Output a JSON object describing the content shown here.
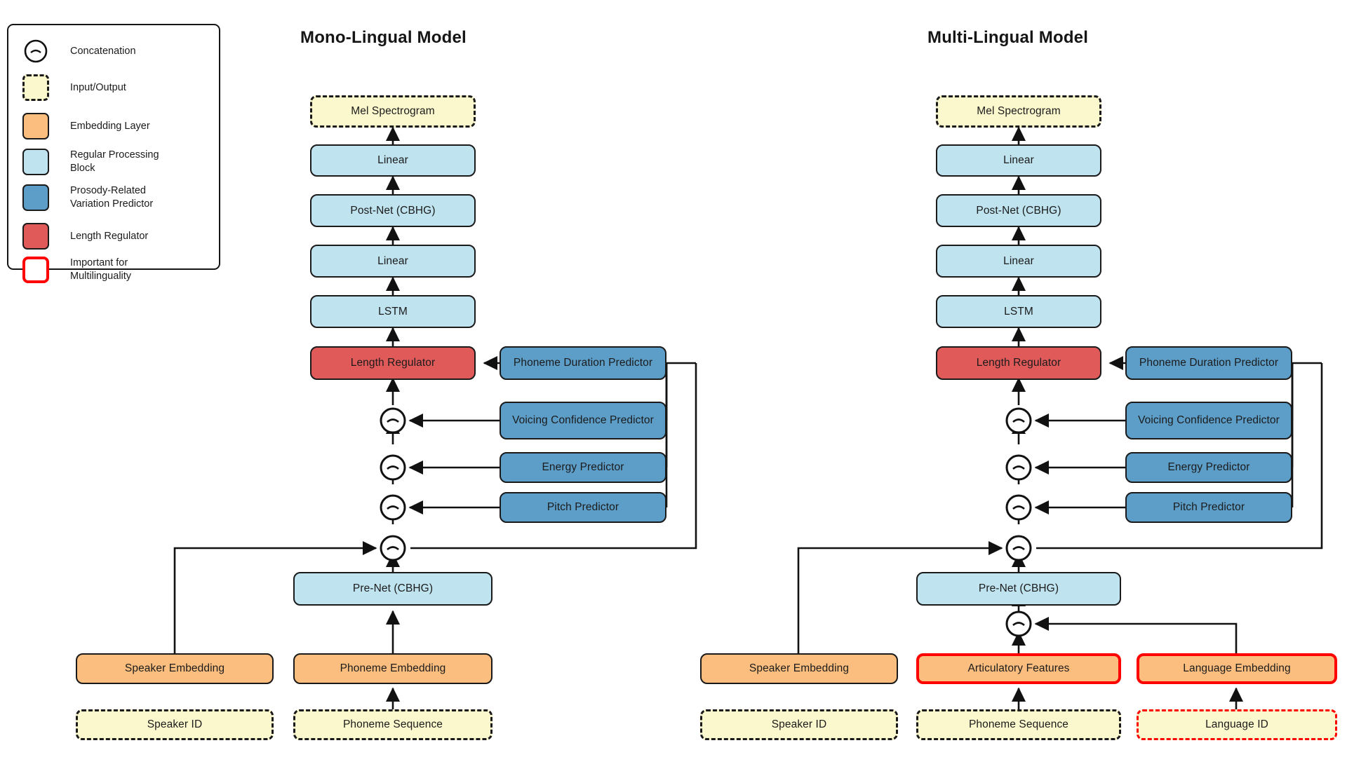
{
  "legend": {
    "items": [
      {
        "kind": "concat-circle",
        "label": "Concatenation"
      },
      {
        "kind": "io",
        "label": "Input/Output"
      },
      {
        "kind": "embed",
        "label": "Embedding Layer"
      },
      {
        "kind": "proc",
        "label": "Regular Processing\nBlock"
      },
      {
        "kind": "varpred",
        "label": "Prosody-Related\nVariation Predictor"
      },
      {
        "kind": "lenreg",
        "label": "Length Regulator"
      },
      {
        "kind": "redout",
        "label": "Important for\nMultilinguality"
      }
    ]
  },
  "colors": {
    "io_fill": "#fbf8cd",
    "embedding_fill": "#fbbe7f",
    "processing_fill": "#bfe3ef",
    "variation_predictor_fill": "#5d9ec9",
    "length_regulator_fill": "#e15a5a",
    "highlight_stroke": "#ff0000",
    "outline": "#1a1a1a",
    "background": "#ffffff"
  },
  "mono": {
    "title": "Mono-Lingual Model",
    "nodes": {
      "mel": "Mel Spectrogram",
      "linear_top": "Linear",
      "postnet": "Post-Net (CBHG)",
      "linear_mid": "Linear",
      "lstm": "LSTM",
      "length_regulator": "Length Regulator",
      "duration_predictor": "Phoneme Duration Predictor",
      "voicing_predictor": "Voicing Confidence Predictor",
      "energy_predictor": "Energy Predictor",
      "pitch_predictor": "Pitch Predictor",
      "prenet": "Pre-Net (CBHG)",
      "speaker_embedding": "Speaker Embedding",
      "phoneme_embedding": "Phoneme Embedding",
      "speaker_id": "Speaker ID",
      "phoneme_sequence": "Phoneme Sequence"
    }
  },
  "multi": {
    "title": "Multi-Lingual Model",
    "nodes": {
      "mel": "Mel Spectrogram",
      "linear_top": "Linear",
      "postnet": "Post-Net (CBHG)",
      "linear_mid": "Linear",
      "lstm": "LSTM",
      "length_regulator": "Length Regulator",
      "duration_predictor": "Phoneme Duration Predictor",
      "voicing_predictor": "Voicing Confidence Predictor",
      "energy_predictor": "Energy Predictor",
      "pitch_predictor": "Pitch Predictor",
      "prenet": "Pre-Net (CBHG)",
      "speaker_embedding": "Speaker Embedding",
      "articulatory_features": "Articulatory Features",
      "language_embedding": "Language Embedding",
      "speaker_id": "Speaker ID",
      "phoneme_sequence": "Phoneme Sequence",
      "language_id": "Language ID"
    }
  }
}
